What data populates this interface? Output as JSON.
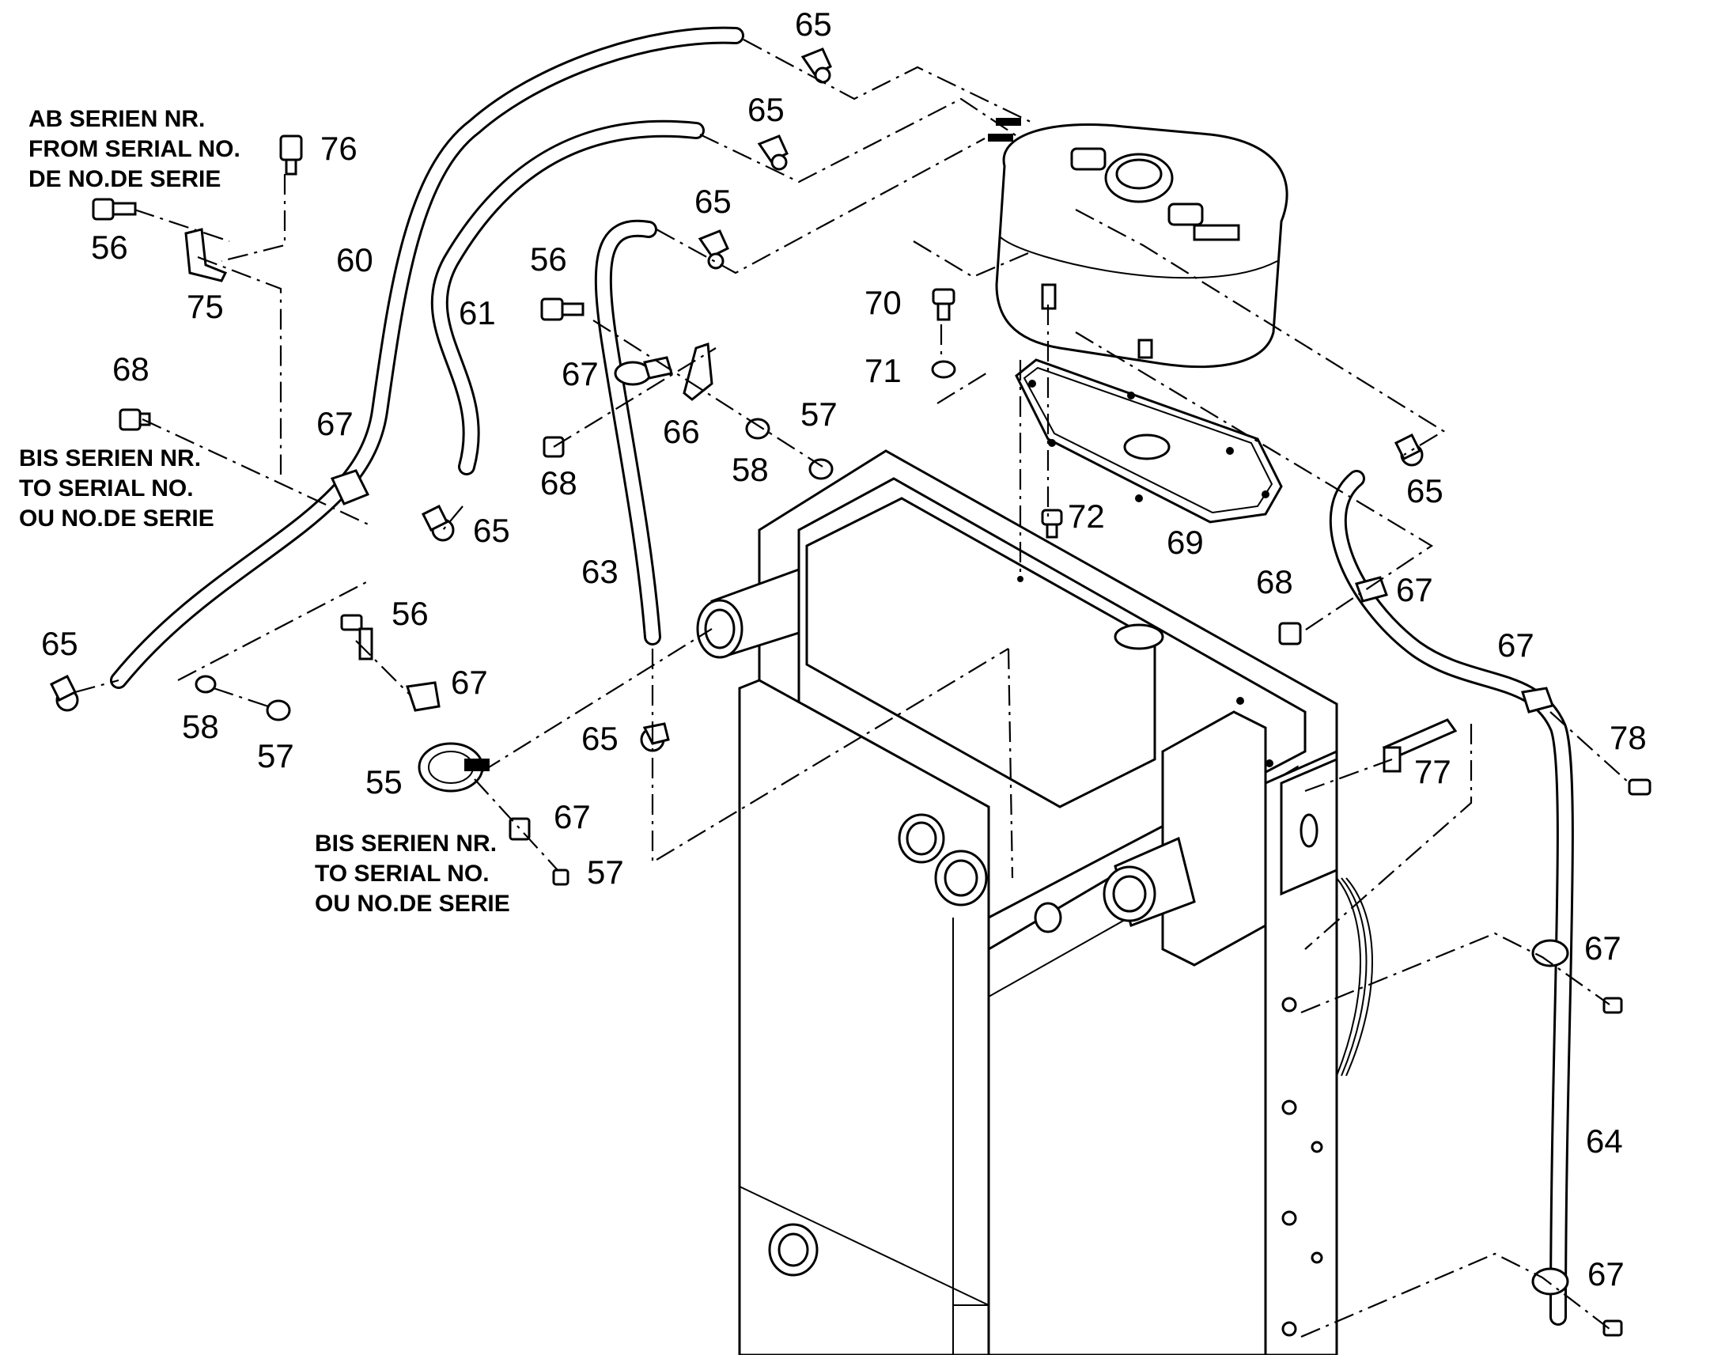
{
  "colors": {
    "line": "#000000",
    "background": "#ffffff"
  },
  "notes": {
    "ab_serien": {
      "line1": "AB SERIEN NR.",
      "line2": "FROM SERIAL NO.",
      "line3": "DE NO.DE SERIE"
    },
    "bis_serien_left": {
      "line1": "BIS SERIEN NR.",
      "line2": "TO SERIAL NO.",
      "line3": "OU NO.DE SERIE"
    },
    "bis_serien_center": {
      "line1": "BIS SERIEN NR.",
      "line2": "TO SERIAL NO.",
      "line3": "OU NO.DE SERIE"
    }
  },
  "parts": {
    "p65_a": "65",
    "p65_b": "65",
    "p65_c": "65",
    "p65_d": "65",
    "p65_e": "65",
    "p65_f": "65",
    "p65_g": "65",
    "p76": "76",
    "p56_a": "56",
    "p56_b": "56",
    "p56_c": "56",
    "p60": "60",
    "p75": "75",
    "p61": "61",
    "p68_a": "68",
    "p68_b": "68",
    "p68_c": "68",
    "p67_a": "67",
    "p67_b": "67",
    "p67_c": "67",
    "p67_d": "67",
    "p67_e": "67",
    "p67_f": "67",
    "p67_g": "67",
    "p67_h": "67",
    "p70": "70",
    "p71": "71",
    "p66": "66",
    "p57_a": "57",
    "p57_b": "57",
    "p57_c": "57",
    "p58_a": "58",
    "p58_b": "58",
    "p72": "72",
    "p69": "69",
    "p63": "63",
    "p55": "55",
    "p77": "77",
    "p78": "78",
    "p64": "64"
  }
}
